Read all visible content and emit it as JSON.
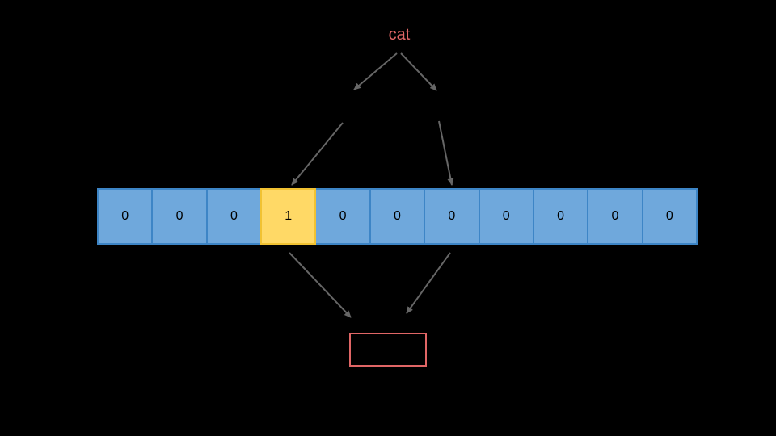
{
  "diagram": {
    "word": "cat",
    "vector": {
      "cells": [
        {
          "value": "0",
          "highlighted": false
        },
        {
          "value": "0",
          "highlighted": false
        },
        {
          "value": "0",
          "highlighted": false
        },
        {
          "value": "1",
          "highlighted": true
        },
        {
          "value": "0",
          "highlighted": false
        },
        {
          "value": "0",
          "highlighted": false
        },
        {
          "value": "0",
          "highlighted": false
        },
        {
          "value": "0",
          "highlighted": false
        },
        {
          "value": "0",
          "highlighted": false
        },
        {
          "value": "0",
          "highlighted": false
        },
        {
          "value": "0",
          "highlighted": false
        }
      ]
    },
    "colors": {
      "background": "#000000",
      "word_red": "#e06666",
      "cell_fill": "#6fa8dc",
      "cell_border": "#3d85c6",
      "hot_fill": "#ffd966",
      "hot_border": "#f1c232",
      "cell_text": "#000000",
      "arrow": "#666666",
      "output_box_border": "#e06666"
    }
  }
}
